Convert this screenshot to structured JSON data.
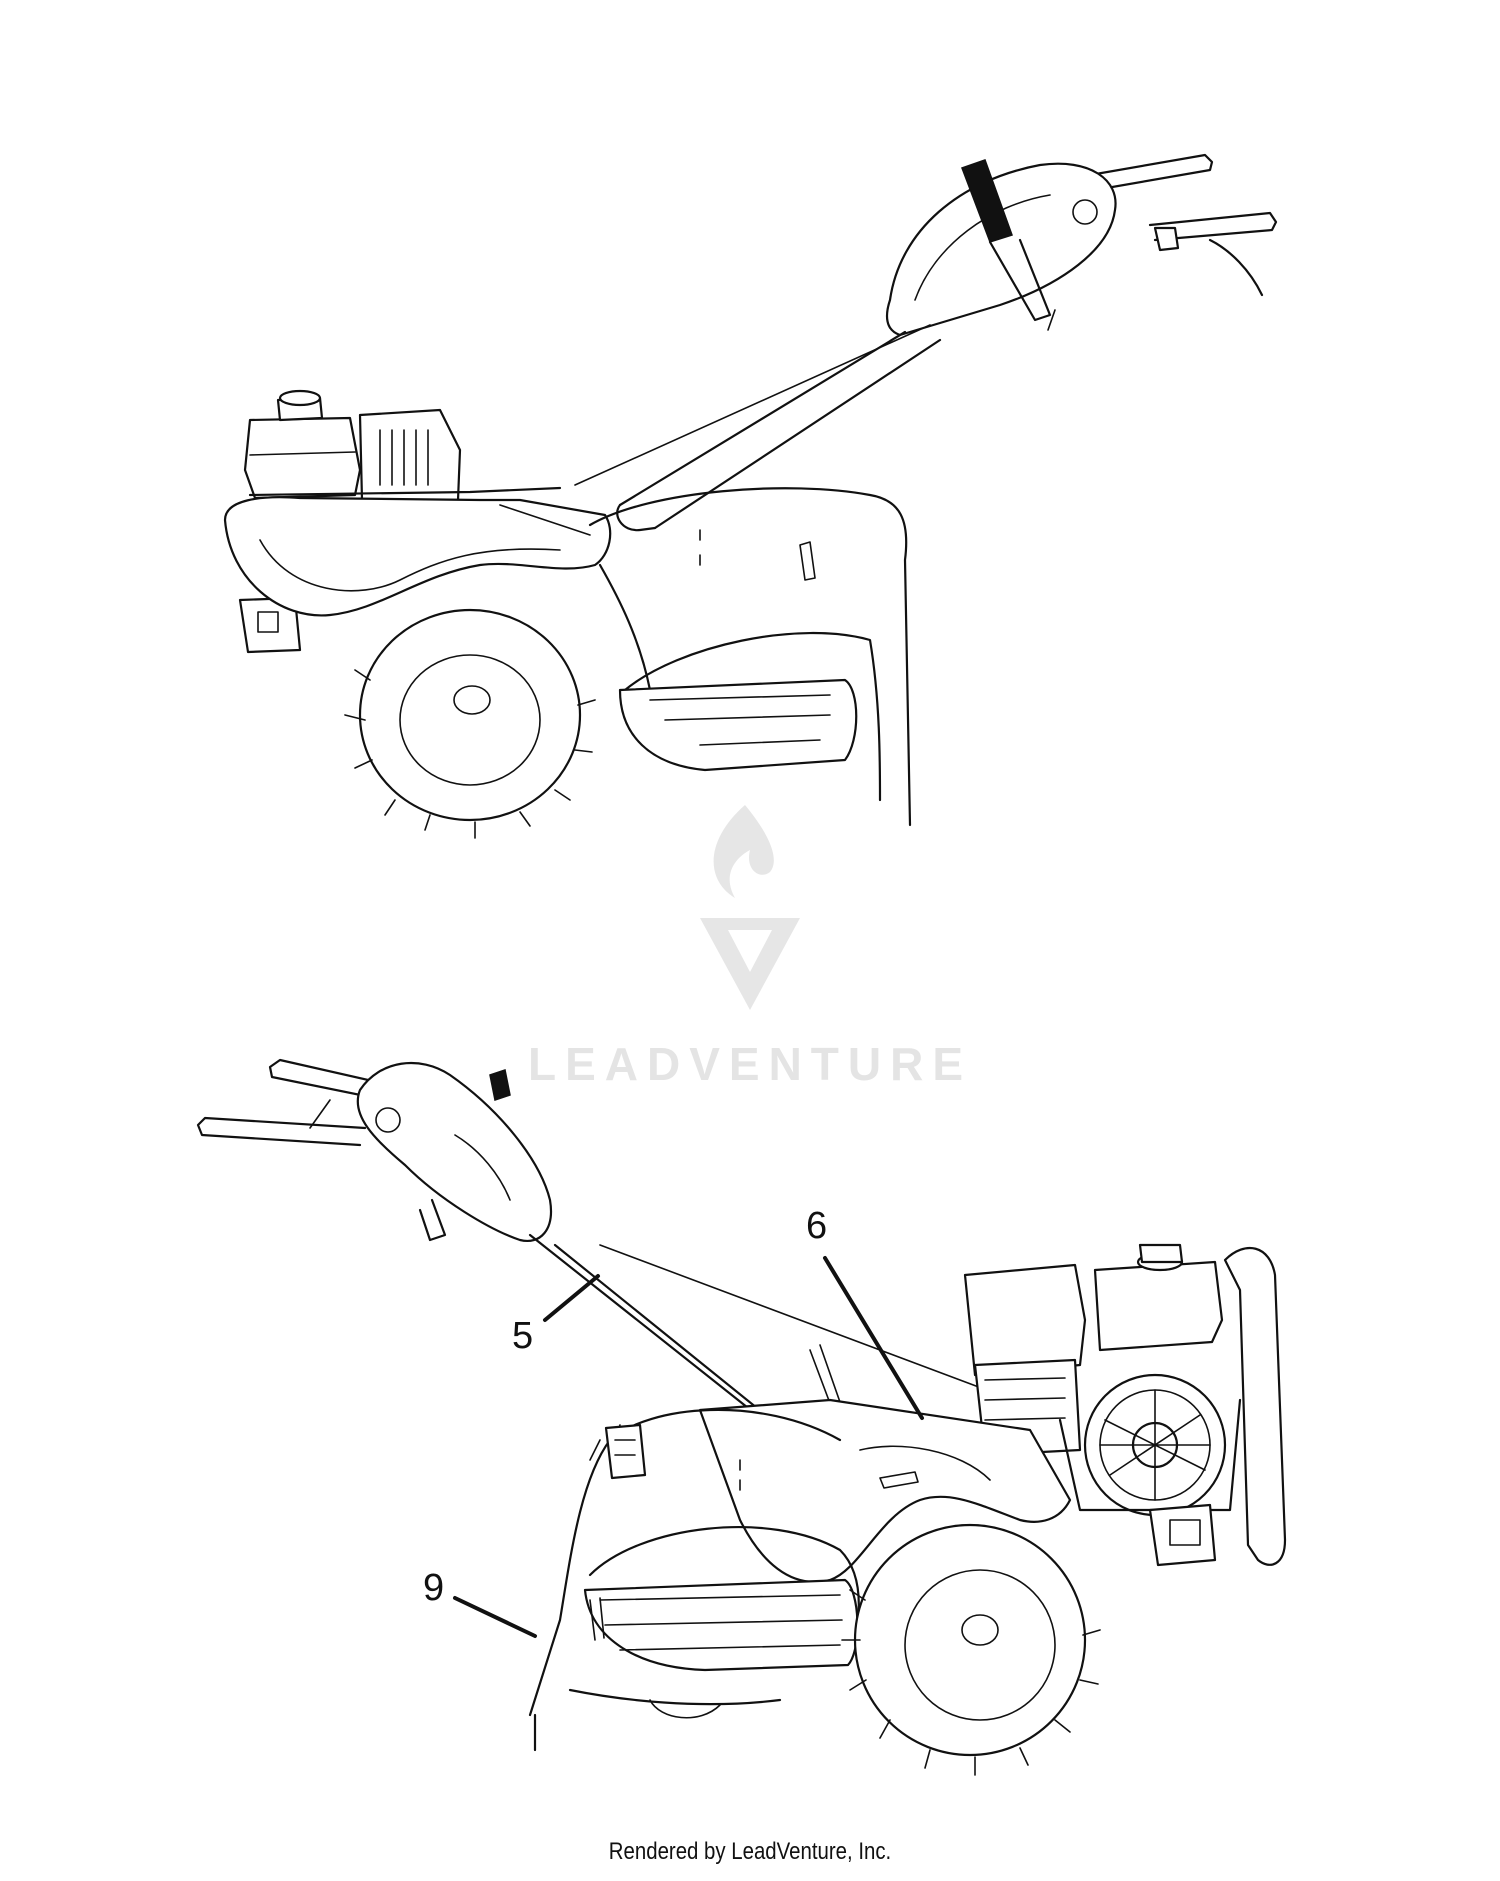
{
  "watermark": {
    "text": "LEADVENTURE"
  },
  "callouts": [
    {
      "id": "5",
      "label": "5"
    },
    {
      "id": "6",
      "label": "6"
    },
    {
      "id": "9",
      "label": "9"
    }
  ],
  "footer": {
    "text": "Rendered by LeadVenture, Inc."
  }
}
